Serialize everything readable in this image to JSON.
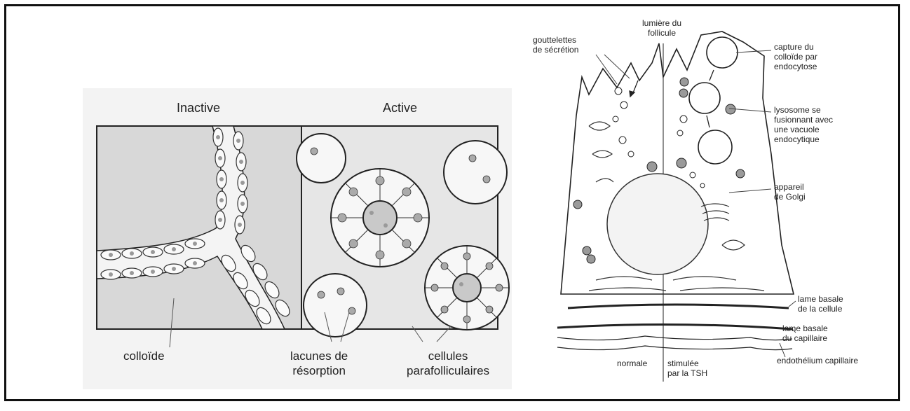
{
  "left": {
    "heading_inactive": "Inactive",
    "heading_active": "Active",
    "label_colloid": "colloïde",
    "label_lacunes": "lacunes de\nrésorption",
    "label_cellules": "cellules\nparafolliculaires"
  },
  "right": {
    "label_gouttelettes": "gouttelettes\nde sécrétion",
    "label_lumiere": "lumière du\nfollicule",
    "label_capture": "capture du\ncolloïde par\nendocytose",
    "label_lysosome": "lysosome se\nfusionnant avec\nune vacuole\nendocytique",
    "label_golgi": "appareil\nde Golgi",
    "label_lame_cellule": "lame basale\nde la cellule",
    "label_lame_capillaire": "lame basale\ndu capillaire",
    "label_endothelium": "endothélium capillaire",
    "label_normale": "normale",
    "label_stimulee": "stimulée\npar la TSH"
  },
  "colors": {
    "border": "#111111",
    "colloid": "#d6d6d6",
    "ink": "#222222"
  }
}
